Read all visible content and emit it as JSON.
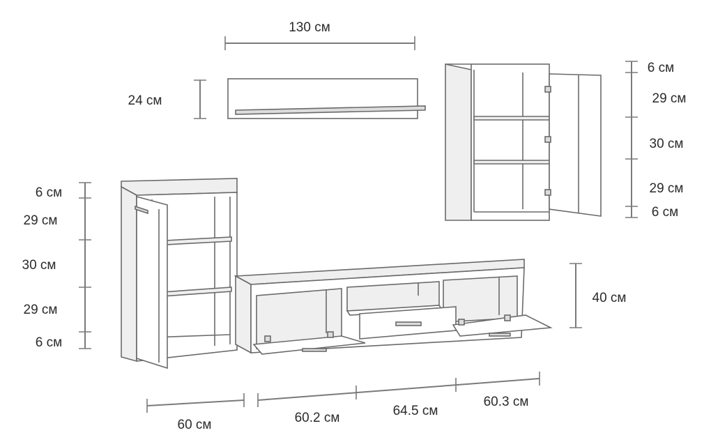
{
  "labels": {
    "shelf_width": "130 см",
    "shelf_height": "24 см",
    "wall_top": "6 см",
    "wall_s1": "29 см",
    "wall_s2": "30 см",
    "wall_s3": "29 см",
    "wall_bottom": "6 см",
    "tall_top": "6 см",
    "tall_s1": "29 см",
    "tall_s2": "30 см",
    "tall_s3": "29 см",
    "tall_bottom": "6 см",
    "tv_height": "40 см",
    "w_cabinet": "60 см",
    "w_tv1": "60.2 см",
    "w_tv2": "64.5 см",
    "w_tv3": "60.3 см"
  }
}
